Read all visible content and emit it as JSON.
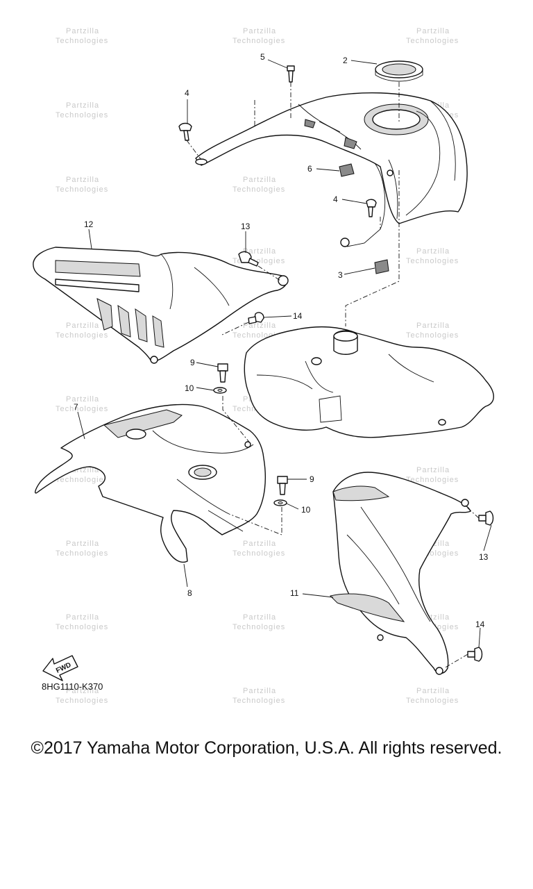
{
  "callouts": [
    "2",
    "5",
    "4",
    "6",
    "4",
    "12",
    "13",
    "3",
    "14",
    "9",
    "10",
    "7",
    "9",
    "10",
    "13",
    "8",
    "11",
    "14"
  ],
  "fwd_label": "FWD",
  "diagram_code": "8HG1110-K370",
  "copyright": "©2017 Yamaha Motor Corporation, U.S.A. All rights reserved.",
  "colors": {
    "line": "#111111",
    "shade": "#d9d9d9",
    "watermark": "#c9c9c9",
    "background": "#ffffff"
  }
}
